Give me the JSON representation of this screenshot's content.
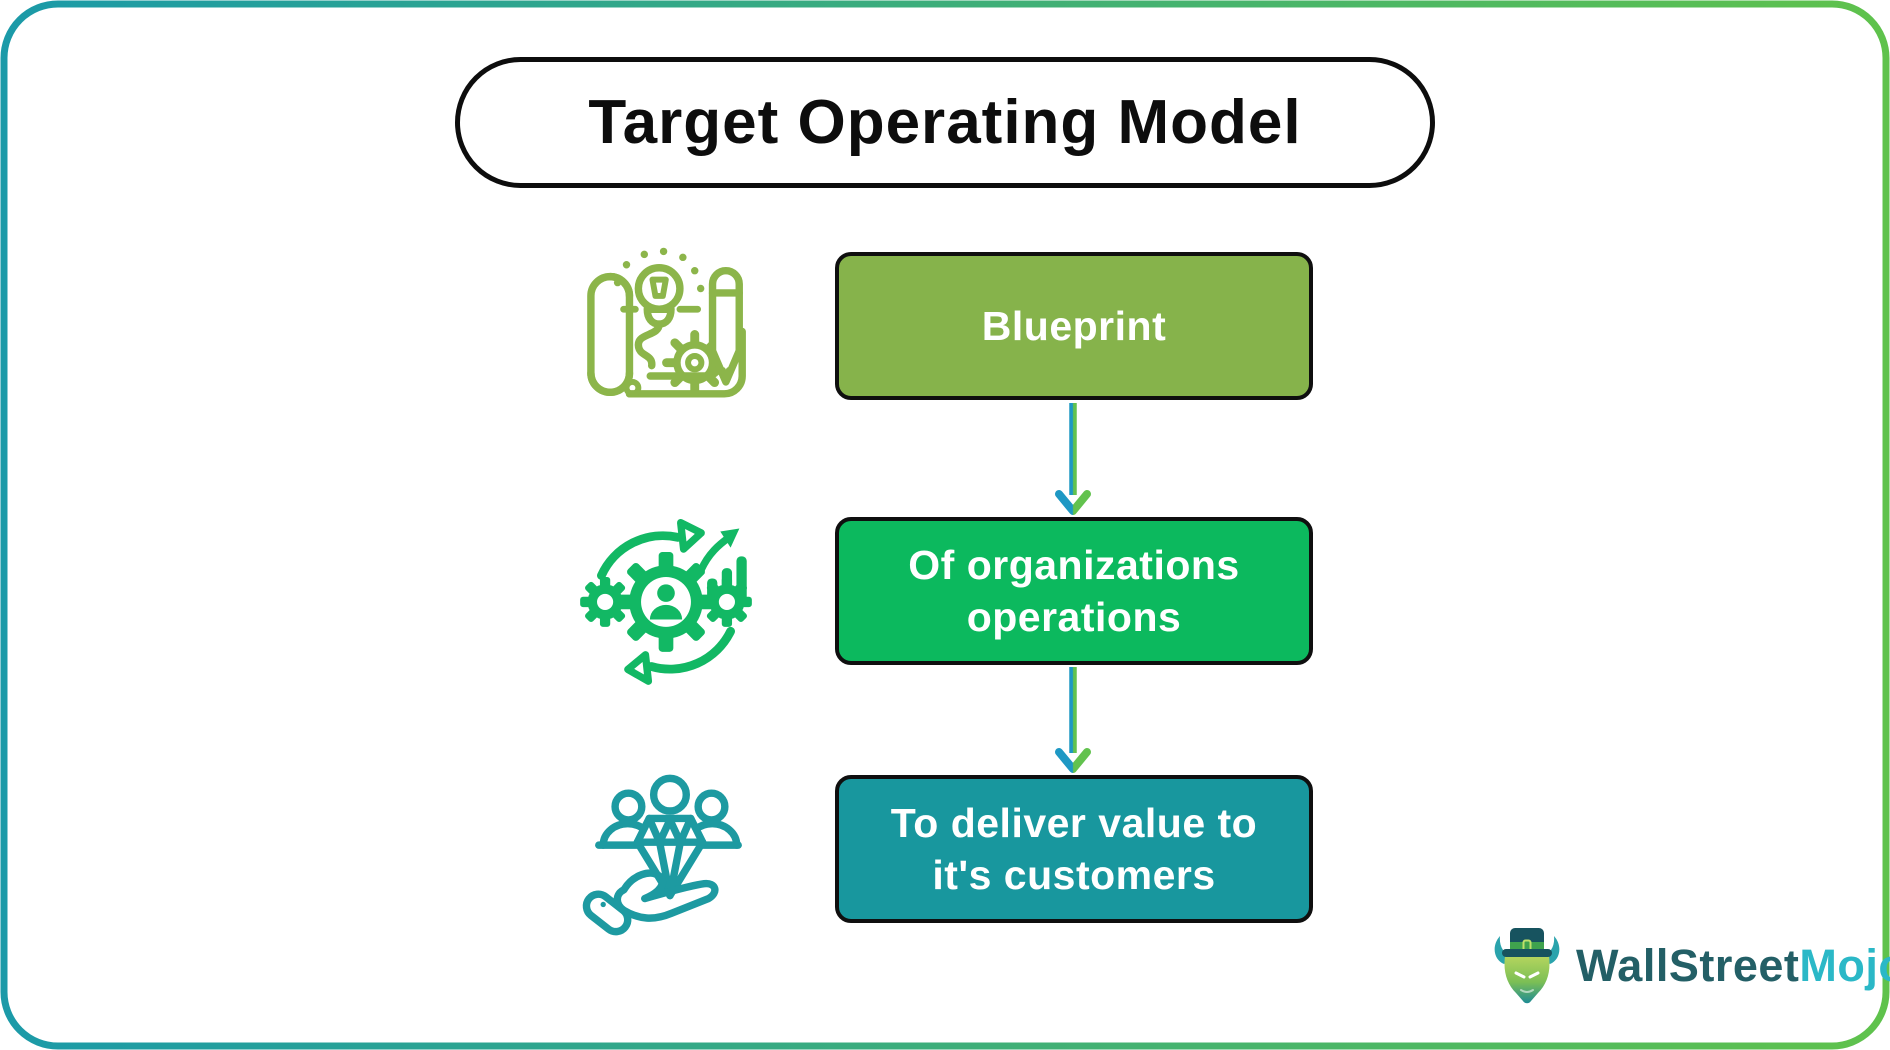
{
  "title": "Target Operating Model",
  "flow": {
    "steps": [
      {
        "icon": "blueprint-sketch-icon",
        "label": "Blueprint",
        "label_lines": [
          "Blueprint"
        ],
        "box_color": "#86b34b",
        "icon_color": "#8cb54a"
      },
      {
        "icon": "process-gears-icon",
        "label": "Of organizations operations",
        "label_lines": [
          "Of organizations",
          "operations"
        ],
        "box_color": "#0cb95e",
        "icon_color": "#12b864"
      },
      {
        "icon": "customer-value-icon",
        "label": "To deliver value to it's customers",
        "label_lines": [
          "To deliver value to",
          "it's customers"
        ],
        "box_color": "#18979e",
        "icon_color": "#1d9aa1"
      }
    ],
    "arrow_color_left": "#1e98c4",
    "arrow_color_right": "#62c24e"
  },
  "frame": {
    "border_gradient_left": "#1b9aa8",
    "border_gradient_right": "#5fc24c"
  },
  "logo": {
    "mascot_icon": "wallstreetmojo-bull-icon",
    "brand_first": "WallStreet",
    "brand_second": "Mojo",
    "brand_first_color": "#235f66",
    "brand_second_color": "#2bb8c7"
  }
}
